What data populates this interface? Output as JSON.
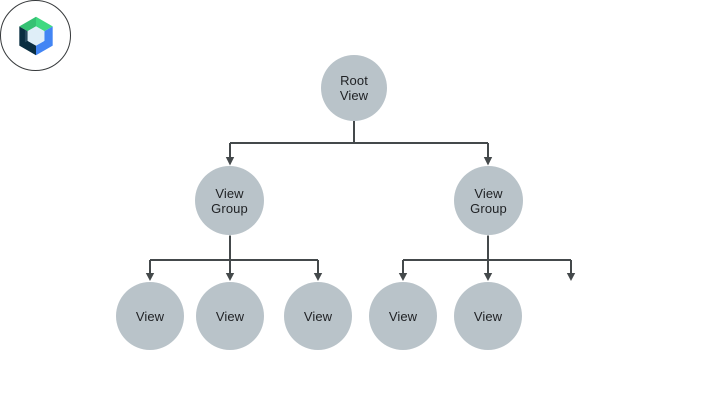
{
  "diagram": {
    "name": "view-hierarchy-tree",
    "nodes": {
      "root": {
        "line1": "Root",
        "line2": "View"
      },
      "group_left": {
        "line1": "View",
        "line2": "Group"
      },
      "group_right": {
        "line1": "View",
        "line2": "Group"
      },
      "view_left_1": {
        "label": "View"
      },
      "view_left_2": {
        "label": "View"
      },
      "view_left_3": {
        "label": "View"
      },
      "view_right_1": {
        "label": "View"
      },
      "view_right_2": {
        "label": "View"
      },
      "compose_leaf": {
        "icon": "jetpack-compose-logo"
      }
    },
    "colors": {
      "page_bg": "#ffffff",
      "node_fill": "#b9c3c9",
      "node_text": "#1f2124",
      "connector": "#44494b",
      "logo_green_left": "#35c173",
      "logo_green_right": "#3fd981",
      "logo_blue": "#4285f4",
      "logo_navy": "#0a2e41",
      "logo_navy_shade": "#27495d",
      "logo_center": "#dfeef8",
      "logo_ring": "#36393b",
      "logo_bg": "#ffffff"
    }
  }
}
